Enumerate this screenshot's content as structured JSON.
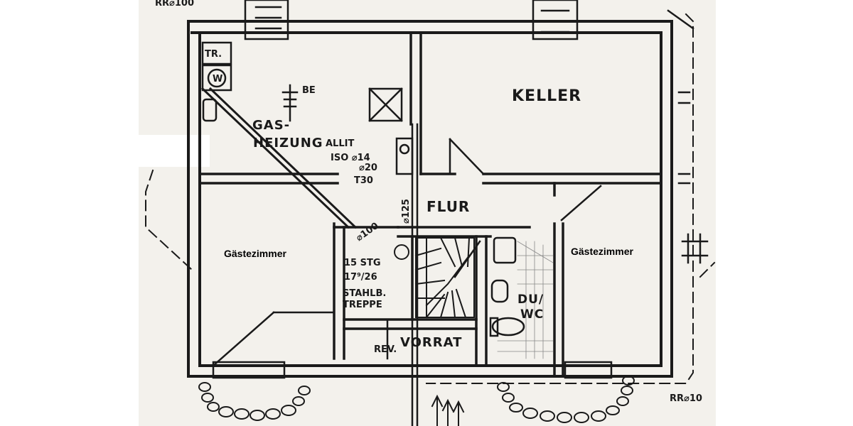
{
  "plan": {
    "paper_color": "#f3f1ec",
    "ink_color": "#1a1a1a",
    "rooms": {
      "keller": "KELLER",
      "flur": "FLUR",
      "gas_line1": "GAS-",
      "gas_line2": "HEIZUNG",
      "vorrat": "VORRAT",
      "du": "DU/",
      "wc": "WC",
      "guest_left": "Gästezimmer",
      "guest_right": "Gästezimmer"
    },
    "annotations": {
      "tr": "TR.",
      "w": "W",
      "be": "BE",
      "allit": "ALLIT",
      "iso": "ISO ⌀14",
      "d20": "⌀20",
      "t30": "T30",
      "d100": "⌀100",
      "d125": "⌀125",
      "stg1": "15 STG",
      "stg2": "17⁹/26",
      "stahl1": "STAHLB.",
      "stahl2": "TREPPE",
      "rev": "REV.",
      "rr_top": "RR⌀100",
      "rr_bottom": "RR⌀10"
    }
  }
}
